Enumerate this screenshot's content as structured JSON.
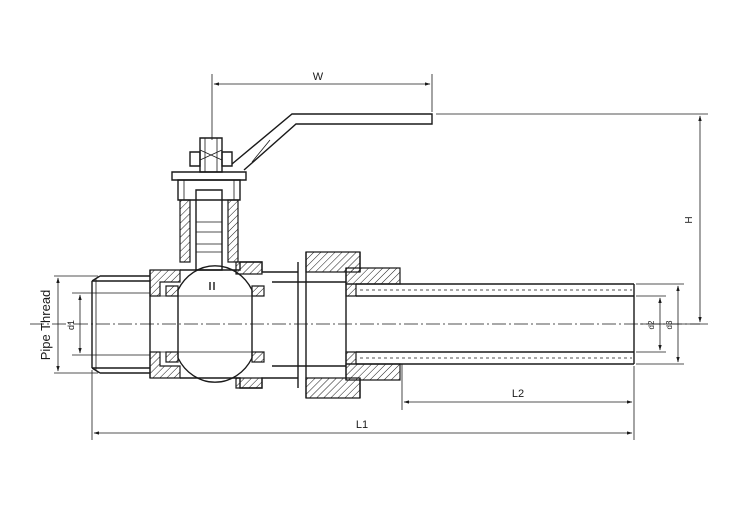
{
  "labels": {
    "width": "W",
    "height": "H",
    "pipe_thread": "Pipe Thread",
    "d1": "d1",
    "d2": "d2",
    "d3": "d3",
    "l1": "L1",
    "l2": "L2"
  }
}
